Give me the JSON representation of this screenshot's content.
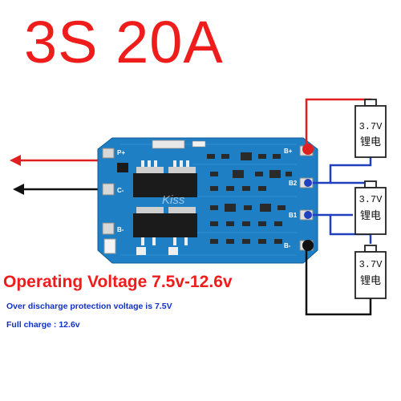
{
  "title": "3S 20A",
  "operating_voltage": "Operating Voltage 7.5v-12.6v",
  "over_discharge_note": "Over discharge protection voltage is 7.5V",
  "full_charge_note": "Full charge : 12.6v",
  "watermark": "Kiss",
  "board": {
    "pad_labels": [
      "P+",
      "C-",
      "B-",
      "B+",
      "B2",
      "B1",
      "B-"
    ]
  },
  "cells": [
    {
      "voltage": "3.7V",
      "label": "锂电"
    },
    {
      "voltage": "3.7V",
      "label": "锂电"
    },
    {
      "voltage": "3.7V",
      "label": "锂电"
    }
  ],
  "colors": {
    "title_red": "#ef1c1c",
    "note_blue": "#1030c8",
    "pcb_blue": "#1f7fc4",
    "wire_red": "#e02020",
    "wire_black": "#111111",
    "wire_blue": "#2040c0"
  }
}
